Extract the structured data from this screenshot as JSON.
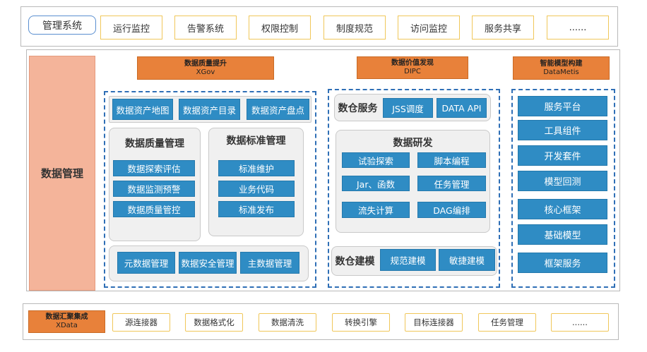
{
  "top_nav": [
    "管理系统",
    "运行监控",
    "告警系统",
    "权限控制",
    "制度规范",
    "访问监控",
    "服务共享",
    "......"
  ],
  "left_label": "数据管理",
  "headers": [
    {
      "title": "数据质量提升",
      "sub": "XGov"
    },
    {
      "title": "数据价值发现",
      "sub": "DIPC"
    },
    {
      "title": "智能模型构建",
      "sub": "DataMetis"
    }
  ],
  "asset_tabs": [
    "数据资产地图",
    "数据资产目录",
    "数据资产盘点"
  ],
  "quality": {
    "title": "数据质量管理",
    "items": [
      "数据探索评估",
      "数据监测预警",
      "数据质量管控"
    ]
  },
  "standard": {
    "title": "数据标准管理",
    "items": [
      "标准维护",
      "业务代码",
      "标准发布"
    ]
  },
  "meta_tabs": [
    "元数据管理",
    "数据安全管理",
    "主数据管理"
  ],
  "warehouse_service": {
    "title": "数仓服务",
    "items": [
      "JSS调度",
      "DATA API"
    ]
  },
  "research": {
    "title": "数据研发",
    "items": [
      "试验探索",
      "脚本编程",
      "Jar、函数",
      "任务管理",
      "流失计算",
      "DAG编排"
    ]
  },
  "warehouse_model": {
    "title": "数仓建模",
    "items": [
      "规范建模",
      "敏捷建模"
    ]
  },
  "model_items": [
    "服务平台",
    "工具组件",
    "开发套件",
    "模型回测",
    "核心框架",
    "基础模型",
    "框架服务"
  ],
  "bottom": {
    "label_title": "数据汇聚集成",
    "label_sub": "XData",
    "items": [
      "源连接器",
      "数据格式化",
      "数据清洗",
      "转换引擎",
      "目标连接器",
      "任务管理",
      "......"
    ]
  }
}
